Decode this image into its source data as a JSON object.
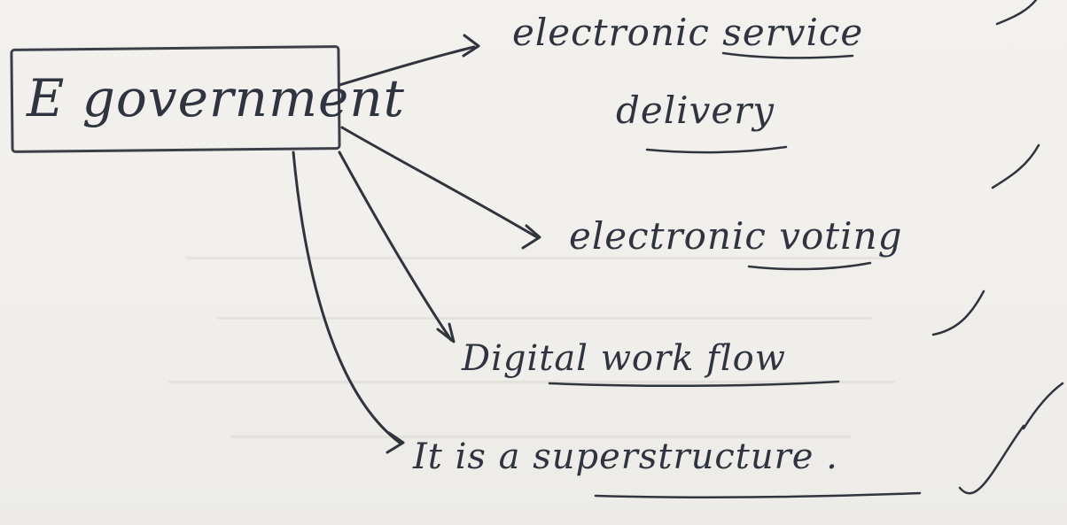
{
  "diagram": {
    "main_node": "E government",
    "branches": [
      {
        "line1": "electronic service",
        "line2": "delivery"
      },
      {
        "text": "electronic voting"
      },
      {
        "text": "Digital work flow"
      },
      {
        "text": "It is a superstructure ."
      }
    ]
  }
}
